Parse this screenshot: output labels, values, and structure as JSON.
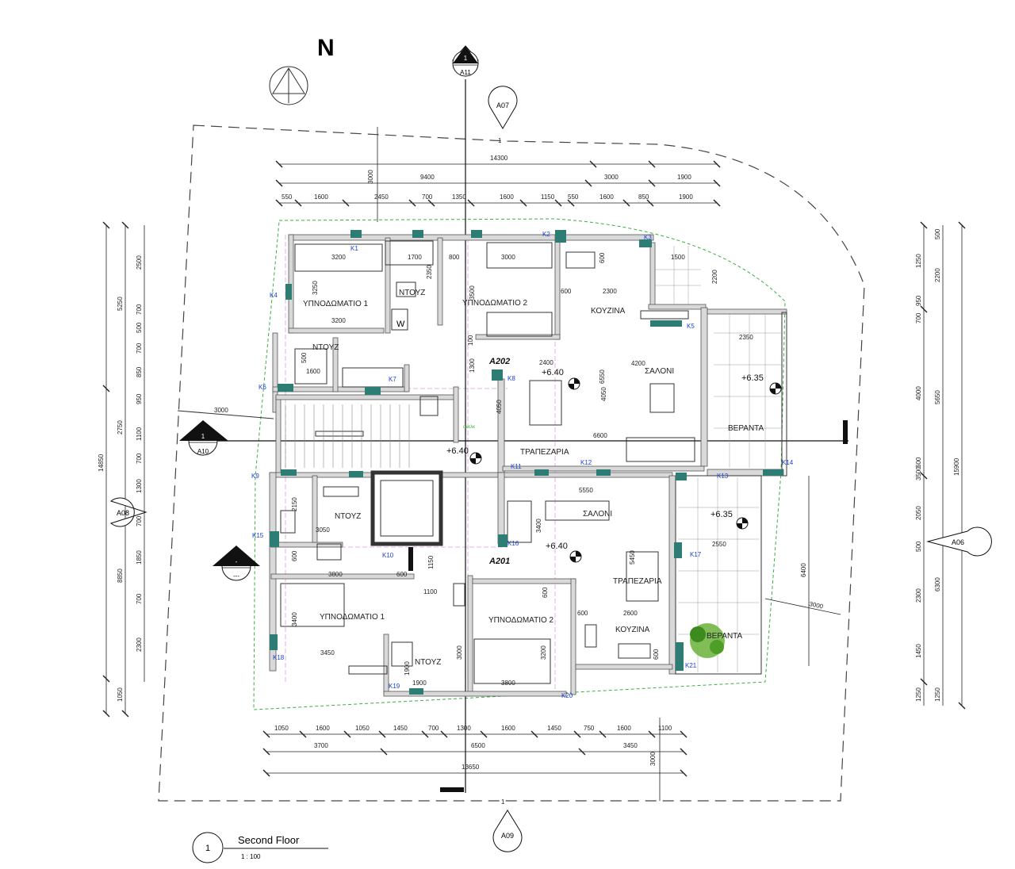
{
  "north": "N",
  "markers": {
    "top": {
      "num": "1",
      "sheet": "A11"
    },
    "left": {
      "num": "1",
      "sheet": "A10"
    },
    "leftlow": {
      "num": "-",
      "sheet": "---"
    },
    "a07": "A07",
    "a08": "A08",
    "a06": "A06",
    "a09": "A09"
  },
  "title": {
    "num": "1",
    "name": "Second Floor",
    "scale": "1 : 100"
  },
  "units": {
    "a202": "A202",
    "a201": "A201"
  },
  "levels": {
    "l1": "+6.40",
    "l2": "+6.35",
    "l3": "+6.40",
    "l4": "+6.35",
    "l5": "+6.40"
  },
  "rooms": {
    "bed1_top": "ΥΠΝΟΔΩΜΑΤΙΟ 1",
    "bath_top": "ΝΤΟΥΖ",
    "bed2_top": "ΥΠΝΟΔΩΜΑΤΙΟ 2",
    "kitchen_top": "ΚΟΥΖΙΝΑ",
    "shower_top": "ΝΤΟΥΖ",
    "salon_top": "ΣΑΛΟΝΙ",
    "veranda_top": "ΒΕΡΑΝΤΑ",
    "dining_top": "ΤΡΑΠΕΖΑΡΙΑ",
    "bath_low": "ΝΤΟΥΖ",
    "salon_low": "ΣΑΛΟΝΙ",
    "bed1_low": "ΥΠΝΟΔΩΜΑΤΙΟ 1",
    "bed2_low": "ΥΠΝΟΔΩΜΑΤΙΟ 2",
    "dining_low": "ΤΡΑΠΕΖΑΡΙΑ",
    "kitchen_low": "ΚΟΥΖΙΝΑ",
    "veranda_low": "ΒΕΡΑΝΤΑ",
    "bath_low2": "ΝΤΟΥΖ",
    "lift": "ανελκ",
    "w": "W"
  },
  "grid_labels": {
    "top": "1",
    "bottom": "1"
  },
  "dims_top": {
    "overall": "14300",
    "row1": [
      "9400",
      "3000",
      "1900"
    ],
    "row2": [
      "550",
      "1600",
      "2450",
      "700",
      "1350",
      "1600",
      "1150",
      "550",
      "1600",
      "850",
      "1900"
    ],
    "v3000": "3000"
  },
  "dims_bottom": {
    "row1": [
      "1050",
      "1600",
      "1050",
      "1450",
      "700",
      "1300",
      "1600",
      "1450",
      "750",
      "1600",
      "1100"
    ],
    "row2": [
      "3700",
      "6500",
      "3450"
    ],
    "overall": "13650",
    "v3000": "3000"
  },
  "dims_left": {
    "overall": "14850",
    "c1": [
      "5250",
      "8850",
      "1050"
    ],
    "c2": [
      "2500",
      "700",
      "500",
      "700",
      "850",
      "950",
      "2750",
      "1100",
      "700",
      "1300",
      "700",
      "1850",
      "700",
      "2300"
    ],
    "h3000": "3000"
  },
  "dims_right": {
    "overall": "15900",
    "c1": [
      "500",
      "2200",
      "700",
      "5650",
      "3500",
      "2050",
      "500",
      "6300",
      "1250"
    ],
    "c2": [
      "1250",
      "950",
      "4000",
      "600",
      "2300",
      "1450",
      "1250"
    ],
    "v6400": "6400",
    "d3000": "3000"
  },
  "inner_dims": [
    "3200",
    "1700",
    "800",
    "3000",
    "2350",
    "3250",
    "3500",
    "600",
    "2300",
    "1500",
    "2200",
    "3200",
    "600",
    "2350",
    "4200",
    "1600",
    "100",
    "1300",
    "2400",
    "6550",
    "4050",
    "4050",
    "6600",
    "500",
    "5550",
    "2150",
    "3050",
    "3400",
    "2550",
    "600",
    "3800",
    "600",
    "1150",
    "1100",
    "5450",
    "3400",
    "600",
    "2600",
    "600",
    "3450",
    "3000",
    "3200",
    "1900",
    "1900",
    "3800",
    "600"
  ],
  "windows": [
    "K1",
    "K2",
    "K3",
    "K4",
    "K5",
    "K6",
    "K7",
    "K8",
    "K9",
    "K10",
    "K11",
    "K12",
    "K13",
    "K14",
    "K15",
    "K16",
    "K17",
    "K18",
    "K19",
    "K20",
    "K21"
  ]
}
